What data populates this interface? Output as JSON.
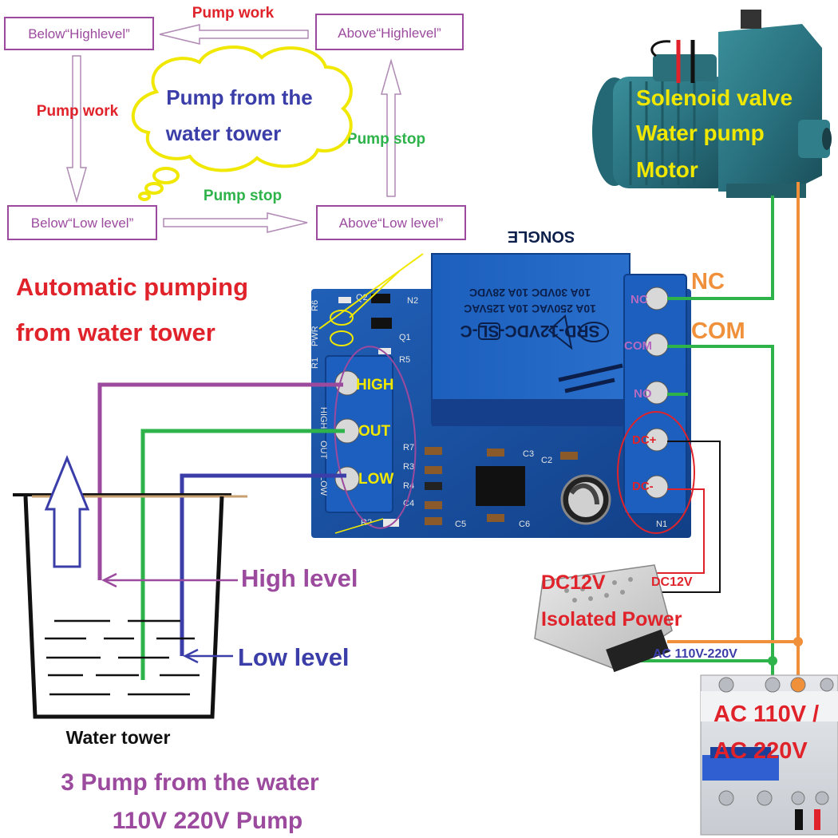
{
  "flow": {
    "box_below_high": "Below“Highlevel”",
    "box_above_high": "Above“Highlevel”",
    "box_below_low": "Below“Low level”",
    "box_above_low": "Above“Low level”",
    "label_top": "Pump work",
    "label_left": "Pump work",
    "label_right": "Pump stop",
    "label_bottom": "Pump stop",
    "cloud_line1": "Pump from the",
    "cloud_line2": "water tower"
  },
  "caption": {
    "auto_line1": "Automatic pumping",
    "auto_line2": "from water tower",
    "footer_line1": "3 Pump from the water",
    "footer_line2": "110V 220V Pump"
  },
  "relay": {
    "line1": "SRD-12VDC-SL-C",
    "line2": "10A 250VAC  10A 125VAC",
    "line3": "10A 30VDC  10A 28VDC",
    "brand": "SONGLE",
    "pin_high": "HIGH",
    "pin_out": "OUT",
    "pin_low": "LOW",
    "term_nc": "NC",
    "term_com": "COM",
    "term_no": "NO",
    "term_dcp": "DC+",
    "term_dcm": "DC-",
    "silk": [
      "R6",
      "Q2",
      "N2",
      "Q1",
      "PWR",
      "R5",
      "R1",
      "R7",
      "R3",
      "R4",
      "C4",
      "C3",
      "C2",
      "C5",
      "C6",
      "R2",
      "N1",
      "HIGH",
      "OUT",
      "LOW"
    ]
  },
  "pump": {
    "line1": "Solenoid valve",
    "line2": "Water pump",
    "line3": "Motor",
    "label_nc": "NC",
    "label_com": "COM"
  },
  "psu": {
    "line1": "DC12V",
    "line2": "Isolated Power",
    "dc_label": "DC12V",
    "ac_label": "AC 110V-220V"
  },
  "breaker": {
    "line1": "AC 110V /",
    "line2": "AC 220V"
  },
  "tank": {
    "label": "Water tower",
    "high": "High level",
    "low": "Low level"
  },
  "colors": {
    "purple": "#9b4a9e",
    "green": "#2db34a",
    "blue": "#3b3ea8",
    "red": "#e0232b",
    "orange": "#f0903a",
    "board": "#1a4fa8",
    "relay": "#1f5fb8",
    "yellow": "#f0e800"
  }
}
